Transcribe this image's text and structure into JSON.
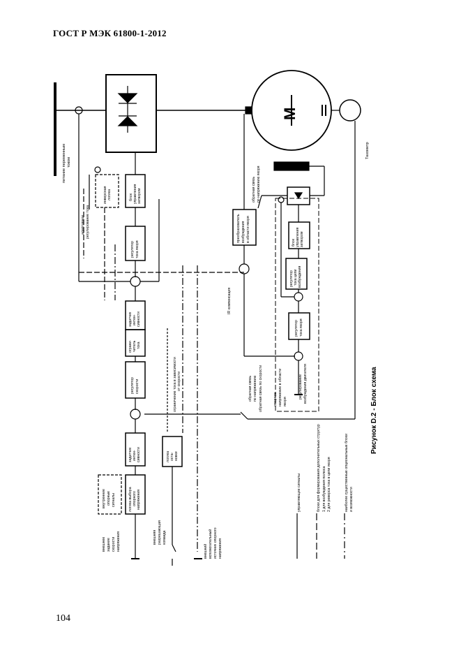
{
  "header": {
    "title": "ГОСТ Р МЭК 61800-1-2012"
  },
  "page": {
    "number": "104"
  },
  "caption": "Рисунок D.2 - Блок схема",
  "motor_letter": "M",
  "labels": {
    "supply": [
      "питание переменным",
      "током"
    ],
    "tachometer": "Тахометр",
    "adaptive": [
      "адаптивное",
      "регулирование тока"
    ],
    "inverse_logic": [
      "инверсная",
      "логика"
    ],
    "gate_block": [
      "блок",
      "управления",
      "затвором"
    ],
    "current_reg": [
      "регулятор",
      "тока якоря"
    ],
    "ramp1": [
      "задатчик",
      "интен-",
      "сивности"
    ],
    "limiter": [
      "ограни-",
      "читель",
      "тока"
    ],
    "speed_reg": [
      "регулятор",
      "скорости"
    ],
    "current_limit_dep": [
      "ограничение тока в зависимости",
      "от скорости"
    ],
    "ramp2": [
      "задатчик",
      "интен-",
      "сивности"
    ],
    "stop_logic": [
      "логика",
      "оста-",
      "новки"
    ],
    "mode_select": [
      "логика выбора",
      "опорного",
      "напряжения"
    ],
    "internal_ref": [
      "внутренние",
      "опорные",
      "сигналы"
    ],
    "ext_ref": [
      "внешнее",
      "задание",
      "скорости",
      "напряжения"
    ],
    "ext_enable": [
      "внешняя",
      "разрешающая",
      "команда"
    ],
    "ext_aux": [
      "внешний",
      "вспомогательный",
      "источник опорного",
      "напряжения"
    ],
    "ir_comp": "IR компенсация",
    "arm_voltage_fb": [
      "обратная связь",
      "по напряжению якоря"
    ],
    "field_conv": [
      "преобразователь",
      "возбуждения",
      "в области якоря"
    ],
    "voltage_fb": [
      "обратная связь",
      "по напряжению"
    ],
    "speed_fb": "обратная связь по скорости",
    "field_weak_ref": [
      "опорное",
      "напряжение в области",
      "якоря"
    ],
    "field_reg": [
      "регулирование",
      "возбуждения двигателя"
    ],
    "field_current_reg": [
      "регулятор",
      "тока якоря"
    ],
    "field_i_reg": [
      "регулятор",
      "тока цепи",
      "возбуждения"
    ],
    "field_gate": [
      "блок",
      "управления",
      "затвором"
    ]
  },
  "legend": [
    {
      "text": [
        "управляющие сигналы"
      ]
    },
    {
      "text": [
        "блоки для формирования дополнительных структур",
        "1  для возбуждения полюса",
        "2  для реверса тока в цепи якоря"
      ]
    },
    {
      "text": [
        "наиболее существенные опциональные блоки",
        "и возможности"
      ]
    }
  ]
}
